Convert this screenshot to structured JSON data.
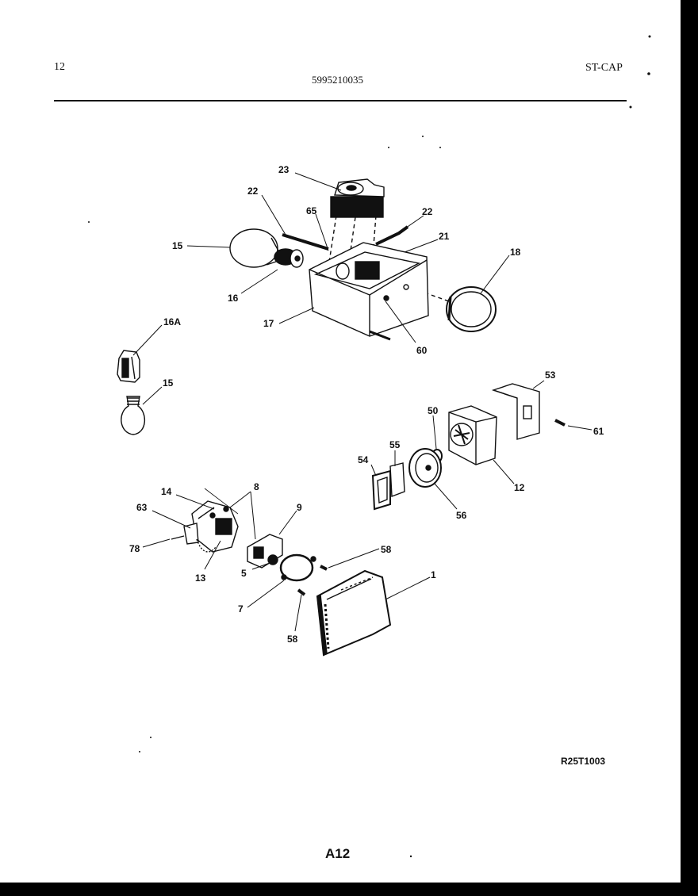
{
  "header": {
    "page_number": "12",
    "part_number": "5995210035",
    "model": "ST-CAP"
  },
  "reference_code": "R25T1003",
  "footer_page": "A12",
  "callouts": [
    {
      "id": "23",
      "label": "23"
    },
    {
      "id": "22a",
      "label": "22"
    },
    {
      "id": "65",
      "label": "65"
    },
    {
      "id": "22b",
      "label": "22"
    },
    {
      "id": "21",
      "label": "21"
    },
    {
      "id": "15a",
      "label": "15"
    },
    {
      "id": "18",
      "label": "18"
    },
    {
      "id": "16",
      "label": "16"
    },
    {
      "id": "17",
      "label": "17"
    },
    {
      "id": "60",
      "label": "60"
    },
    {
      "id": "16A",
      "label": "16A"
    },
    {
      "id": "15b",
      "label": "15"
    },
    {
      "id": "53",
      "label": "53"
    },
    {
      "id": "50",
      "label": "50"
    },
    {
      "id": "61",
      "label": "61"
    },
    {
      "id": "55",
      "label": "55"
    },
    {
      "id": "54",
      "label": "54"
    },
    {
      "id": "12",
      "label": "12"
    },
    {
      "id": "56",
      "label": "56"
    },
    {
      "id": "14",
      "label": "14"
    },
    {
      "id": "8",
      "label": "8"
    },
    {
      "id": "63",
      "label": "63"
    },
    {
      "id": "9",
      "label": "9"
    },
    {
      "id": "78",
      "label": "78"
    },
    {
      "id": "58a",
      "label": "58"
    },
    {
      "id": "5",
      "label": "5"
    },
    {
      "id": "13",
      "label": "13"
    },
    {
      "id": "1",
      "label": "1"
    },
    {
      "id": "7",
      "label": "7"
    },
    {
      "id": "58b",
      "label": "58"
    }
  ]
}
